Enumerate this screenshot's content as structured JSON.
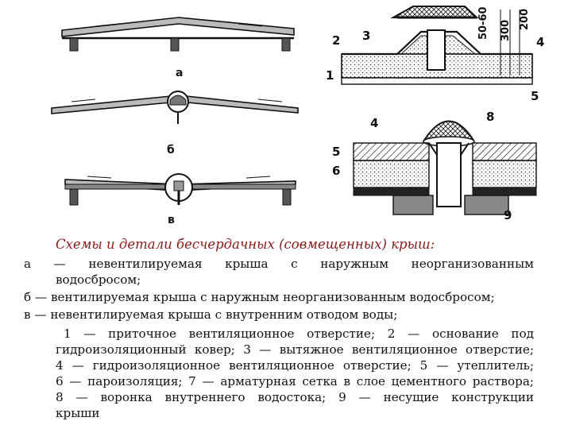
{
  "figure": {
    "labels": {
      "a": "а",
      "b": "б",
      "v": "в",
      "n1": "1",
      "n2": "2",
      "n3": "3",
      "n4": "4",
      "n5": "5",
      "n4b": "4",
      "n5b": "5",
      "n6": "6",
      "n8": "8",
      "n9": "9",
      "d1": "50-60",
      "d2": "300",
      "d3": "200"
    }
  },
  "caption": {
    "title": "Схемы и детали бесчердачных (совмещенных) крыш:",
    "lines": [
      "а — невентилируемая крыша с наружным неорганизованным",
      "водосбросом;",
      "б — вентилируемая крыша с наружным неорганизованным водосбросом;",
      "в — невентилируемая крыша с внутренним отводом воды;",
      "1 — приточное вентиляционное отверстие; 2 — основание под",
      "гидроизоляционный ковер; 3 — вытяжное вентиляционное отверстие;",
      "4 — гидроизоляционное вентиляционное отверстие; 5 — утеплитель;",
      "6 — пароизоляция; 7 — арматурная сетка в слое цементного раствора;",
      "8 — воронка внутреннего водостока; 9 — несущие конструкции",
      "крыши"
    ]
  }
}
